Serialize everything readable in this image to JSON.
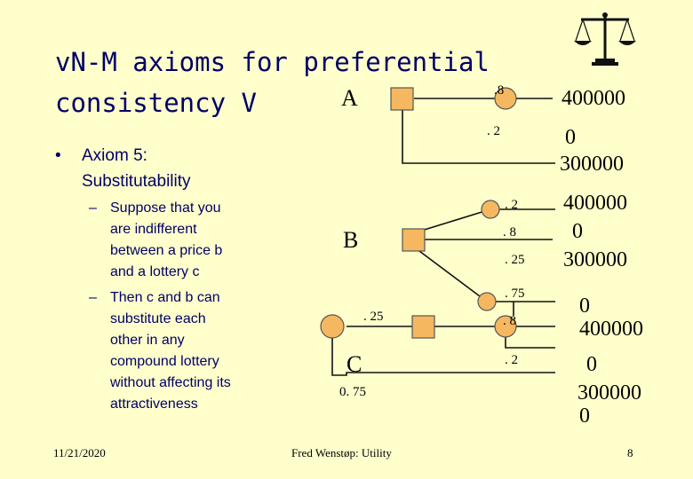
{
  "title": {
    "line1": "vN-M axioms for preferential",
    "line2": "consistency V"
  },
  "bullets": {
    "main_dot": "•",
    "main_line1": "Axiom 5:",
    "main_line2": "Substitutability",
    "dash": "–",
    "sub1": [
      "Suppose that you",
      "are indifferent",
      "between a price b",
      "and a lottery c"
    ],
    "sub2": [
      "Then c and b can",
      "substitute each",
      "other in any",
      "compound lottery",
      "without affecting its",
      "attractiveness"
    ]
  },
  "diagram": {
    "node_labels": {
      "A": "A",
      "B": "B",
      "C": "C"
    },
    "probs": {
      "a_top": ".8",
      "a_bottom": ". 2",
      "b_up": ". 2",
      "b_mid": ". 8",
      "b_down": ". 25",
      "b_low": ". 75",
      "c_top": ". 25",
      "c_bottom": "0. 75",
      "c2_top": ". 8",
      "c2_bottom": ". 2"
    },
    "payoffs": {
      "a1": "400000",
      "a2": "0",
      "a3": "300000",
      "b1": "400000",
      "b2": "0",
      "b3": "300000",
      "c1": "0",
      "c2": "400000",
      "c3": "0",
      "c4": "300000",
      "c5": "0"
    },
    "colors": {
      "node_fill": "#F5B860",
      "node_stroke": "#555555",
      "line": "#111111"
    }
  },
  "footer": {
    "date": "11/21/2020",
    "author": "Fred Wenstøp: Utility",
    "page": "8"
  },
  "logo_icon": "scales-of-justice-icon"
}
